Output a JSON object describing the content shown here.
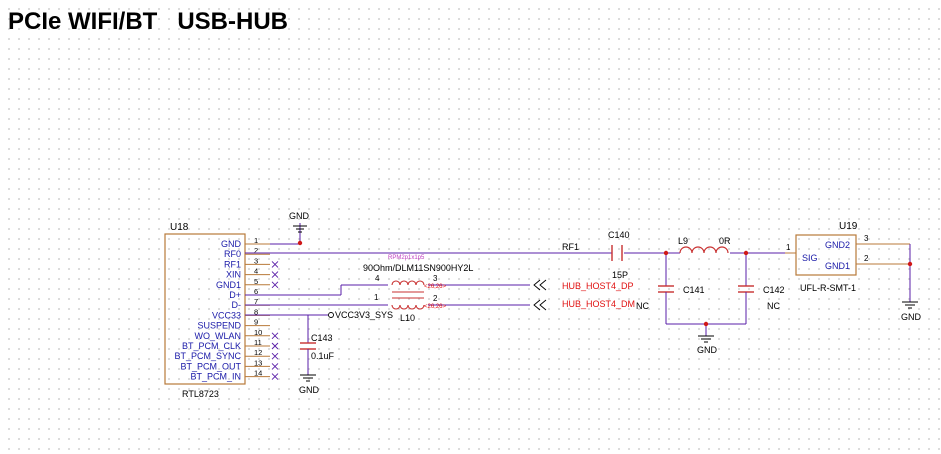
{
  "title": "PCIe WIFI/BT   USB-HUB",
  "colors": {
    "wire": "#5a1fa8",
    "body": "#b87a3a",
    "pin_label": "#1a1aa8",
    "net_red": "#e01010",
    "junction": "#d01818",
    "component": "#c83030",
    "magenta": "#c040c0",
    "text": "#000000"
  },
  "u18": {
    "ref": "U18",
    "part": "RTL8723",
    "pins": [
      {
        "num": "1",
        "name": "GND"
      },
      {
        "num": "2",
        "name": "RF0"
      },
      {
        "num": "3",
        "name": "RF1"
      },
      {
        "num": "4",
        "name": "XIN"
      },
      {
        "num": "5",
        "name": "GND1"
      },
      {
        "num": "6",
        "name": "D+"
      },
      {
        "num": "7",
        "name": "D-"
      },
      {
        "num": "8",
        "name": "VCC33"
      },
      {
        "num": "9",
        "name": "SUSPEND"
      },
      {
        "num": "10",
        "name": "WO_WLAN"
      },
      {
        "num": "11",
        "name": "BT_PCM_CLK"
      },
      {
        "num": "12",
        "name": "BT_PCM_SYNC"
      },
      {
        "num": "13",
        "name": "BT_PCM_OUT"
      },
      {
        "num": "14",
        "name": "BT_PCM_IN"
      }
    ]
  },
  "gnd_label": "GND",
  "u19": {
    "ref": "U19",
    "part": "UFL-R-SMT-1",
    "sig": "SIG",
    "gnd2": "GND2",
    "gnd1": "GND1",
    "pin1": "1",
    "pin2": "2",
    "pin3": "3"
  },
  "c140": {
    "ref": "C140",
    "value": "15P"
  },
  "l9": {
    "ref": "L9",
    "value": "0R"
  },
  "c141": {
    "ref": "C141",
    "value": "NC"
  },
  "c142": {
    "ref": "C142",
    "value": "NC"
  },
  "c143": {
    "ref": "C143",
    "value": "0.1uF"
  },
  "l10": {
    "ref": "L10",
    "value": "90Ohm/DLM11SN900HY2L",
    "pin1": "1",
    "pin2": "2",
    "pin3": "3",
    "pin4": "4"
  },
  "rf1_net": "RF1",
  "magenta_note": "RPM2p1x1p5",
  "vcc_net": "VCC3V3_SYS",
  "hub_dp": "HUB_HOST4_DP",
  "hub_dm": "HUB_HOST4_DM",
  "sheet_ref": "<26,26>"
}
